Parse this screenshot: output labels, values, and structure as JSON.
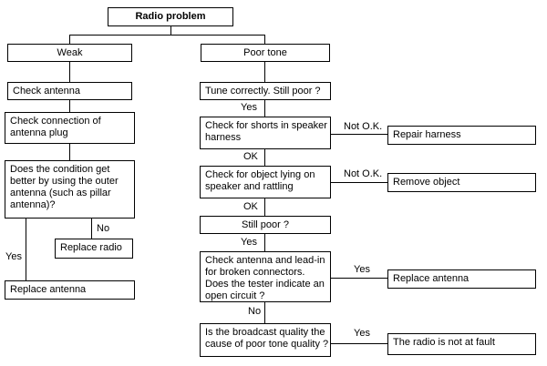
{
  "title": "Radio problem",
  "left": {
    "weak": "Weak",
    "check_antenna": "Check antenna",
    "check_connection": "Check connection of\nantenna plug",
    "outer_antenna_question": "Does the condition get\nbetter by using the outer\nantenna (such as pillar\nantenna)?",
    "no_label": "No",
    "replace_radio": "Replace radio",
    "yes_label": "Yes",
    "replace_antenna": "Replace antenna"
  },
  "right": {
    "poor_tone": "Poor tone",
    "tune_correctly": "Tune correctly. Still poor ?",
    "yes_tune": "Yes",
    "check_shorts": "Check for shorts in speaker\nharness",
    "not_ok_shorts": "Not O.K.",
    "repair_harness": "Repair harness",
    "ok_shorts": "OK",
    "check_object": "Check for object lying on\nspeaker and rattling",
    "not_ok_object": "Not O.K.",
    "remove_object": "Remove object",
    "ok_object": "OK",
    "still_poor": "Still poor ?",
    "yes_still_poor": "Yes",
    "antenna_leadin_question": "Check antenna and lead-in\nfor broken connectors.\nDoes the tester indicate an\nopen circuit ?",
    "yes_leadin": "Yes",
    "replace_antenna": "Replace antenna",
    "no_leadin": "No",
    "broadcast_question": "Is the broadcast quality the\ncause of poor tone quality ?",
    "yes_broadcast": "Yes",
    "radio_not_at_fault": "The radio is not at fault"
  }
}
